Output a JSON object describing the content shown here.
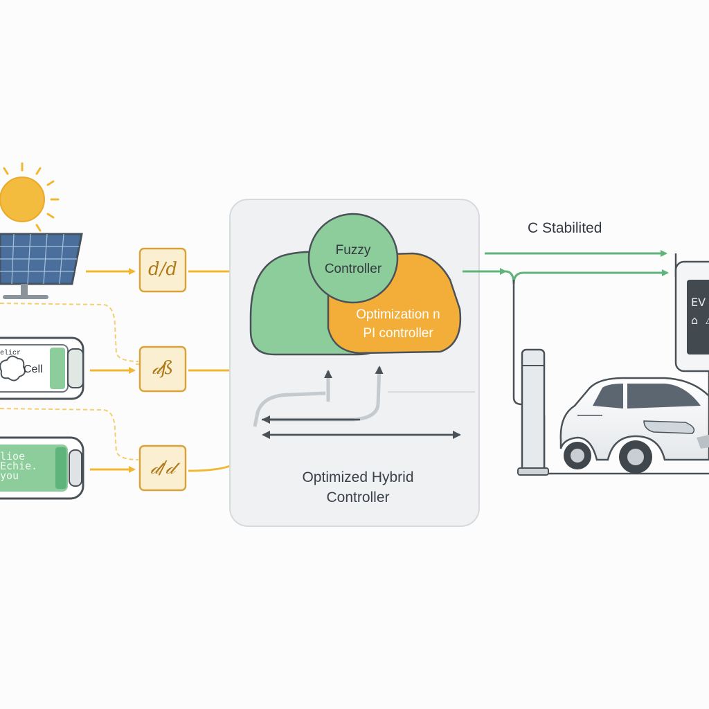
{
  "colors": {
    "background": "#fcfcfc",
    "sun": "#f4bc3e",
    "arrow_yellow": "#f2b731",
    "converter_fill": "#fbefd2",
    "converter_stroke": "#d9a23a",
    "fuzzy_green": "#8ccd9b",
    "pi_orange": "#f2ae39",
    "line_green": "#5eb47a",
    "controller_panel": "#eff1f3",
    "dark_line": "#4a5258"
  },
  "sources": {
    "solar": {
      "icon": "solar-panel-icon"
    },
    "fuel_cell": {
      "label": "Cell",
      "garbled_label": "elicr"
    },
    "battery": {
      "garbled_text": "lioe\nEchie.\nyou"
    }
  },
  "converters": [
    {
      "glyph": "𝑑/𝑑"
    },
    {
      "glyph": "𝒹ß"
    },
    {
      "glyph": "𝒹/𝒹"
    }
  ],
  "controller": {
    "fuzzy_label": "Fuzzy\nController",
    "pi_label": "Optimization n\nPI controller",
    "title": "Optimized Hybrid\nController"
  },
  "output": {
    "label": "C Stabilited",
    "charger_screen_text": "EV\n⌂  ⚠"
  }
}
